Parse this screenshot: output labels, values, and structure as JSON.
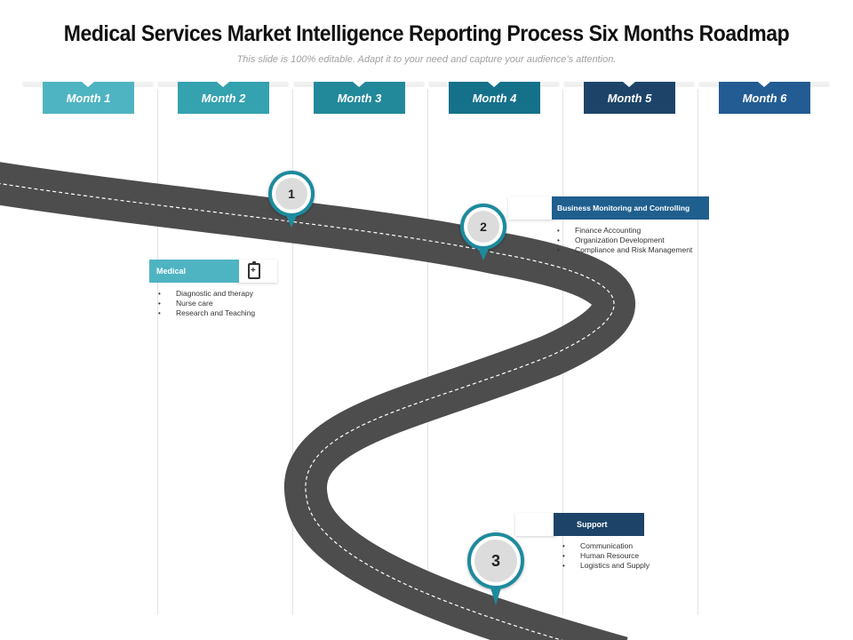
{
  "header": {
    "title": "Medical Services Market Intelligence Reporting Process Six Months Roadmap",
    "subtitle": "This slide is 100% editable. Adapt it to your need and capture your audience’s attention."
  },
  "months": [
    {
      "label": "Month 1",
      "color": "#4fb4c2"
    },
    {
      "label": "Month 2",
      "color": "#35a2af"
    },
    {
      "label": "Month 3",
      "color": "#22899a"
    },
    {
      "label": "Month 4",
      "color": "#15718a"
    },
    {
      "label": "Month 5",
      "color": "#1d4468"
    },
    {
      "label": "Month 6",
      "color": "#225c93"
    }
  ],
  "milestones": [
    {
      "number": "1",
      "color": "#1d8a9e"
    },
    {
      "number": "2",
      "color": "#1d8a9e"
    },
    {
      "number": "3",
      "color": "#1d8a9e"
    }
  ],
  "cards": {
    "medical": {
      "title": "Medical",
      "icon": "clipboard-medical-icon",
      "color": "#4fb4c2",
      "items": [
        "Diagnostic and therapy",
        "Nurse care",
        "Research and Teaching"
      ]
    },
    "business": {
      "title": "Business Monitoring and Controlling",
      "color": "#1f5f8e",
      "items": [
        "Finance Accounting",
        "Organization Development",
        "Compliance and Risk Management"
      ]
    },
    "support": {
      "title": "Support",
      "color": "#1d4468",
      "items": [
        "Communication",
        "Human Resource",
        "Logistics and Supply"
      ]
    }
  },
  "colors": {
    "road": "#4d4d4d",
    "road_dash": "#ffffff"
  }
}
